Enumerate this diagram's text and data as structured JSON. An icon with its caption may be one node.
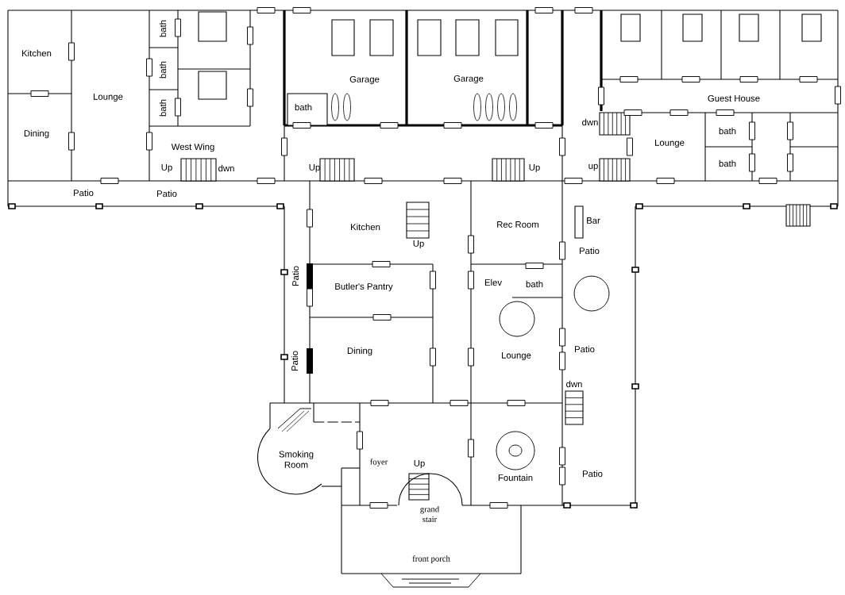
{
  "diagram": {
    "labels": [
      "Kitchen",
      "bath",
      "Garage",
      "Garage",
      "Lounge",
      "bath",
      "Guest House",
      "bath",
      "bath",
      "Dining",
      "dwn",
      "bath",
      "Lounge",
      "West Wing",
      "Up",
      "dwn",
      "Up",
      "Up",
      "up",
      "bath",
      "Patio",
      "Patio",
      "Bar",
      "Kitchen",
      "Rec Room",
      "Up",
      "Patio",
      "Patio",
      "Butler's Pantry",
      "Elev",
      "bath",
      "Patio",
      "Dining",
      "Lounge",
      "Patio",
      "dwn",
      "Smoking Room",
      "foyer",
      "Up",
      "grand stair",
      "Fountain",
      "Patio",
      "front porch"
    ]
  }
}
